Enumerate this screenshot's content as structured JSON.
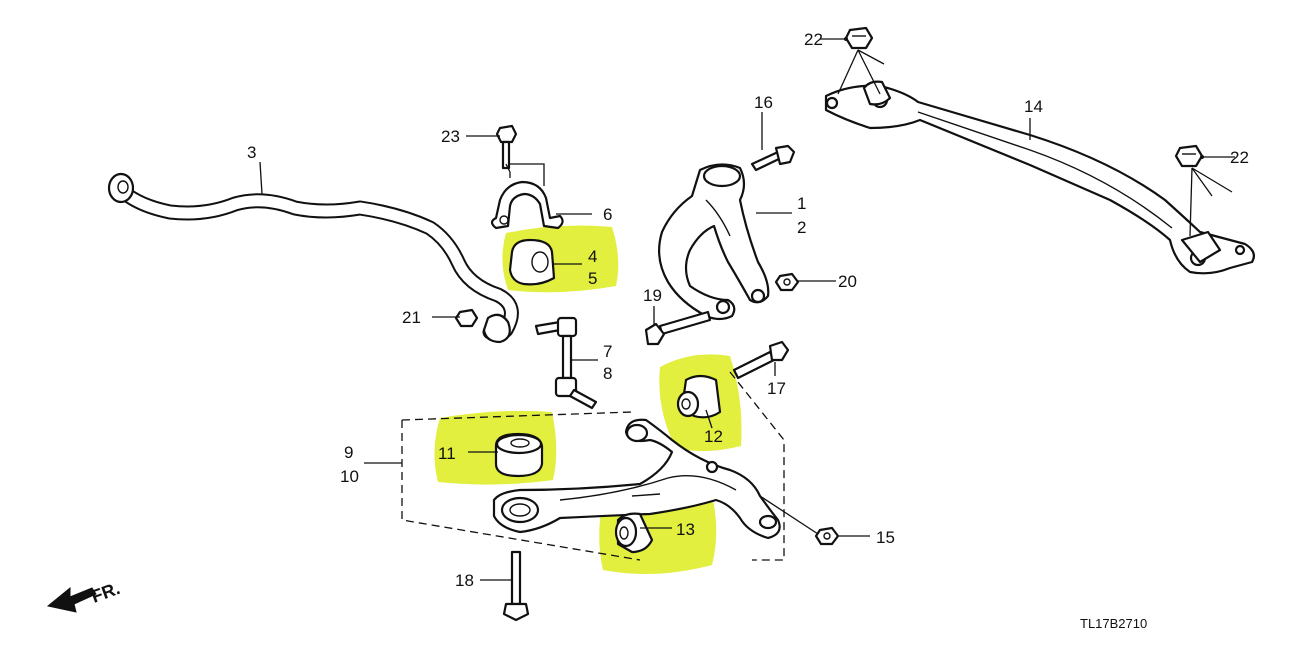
{
  "colors": {
    "highlight": "#ddec1c",
    "line": "#111111",
    "background": "#ffffff"
  },
  "direction_label": "FR.",
  "diagram_code": "TL17B2710",
  "labels": {
    "p1": "1",
    "p2": "2",
    "p3": "3",
    "p4": "4",
    "p5": "5",
    "p6": "6",
    "p7": "7",
    "p8": "8",
    "p9": "9",
    "p10": "10",
    "p11": "11",
    "p12": "12",
    "p13": "13",
    "p14": "14",
    "p15": "15",
    "p16": "16",
    "p17": "17",
    "p18": "18",
    "p19": "19",
    "p20": "20",
    "p21": "21",
    "p22a": "22",
    "p22b": "22",
    "p23": "23"
  }
}
